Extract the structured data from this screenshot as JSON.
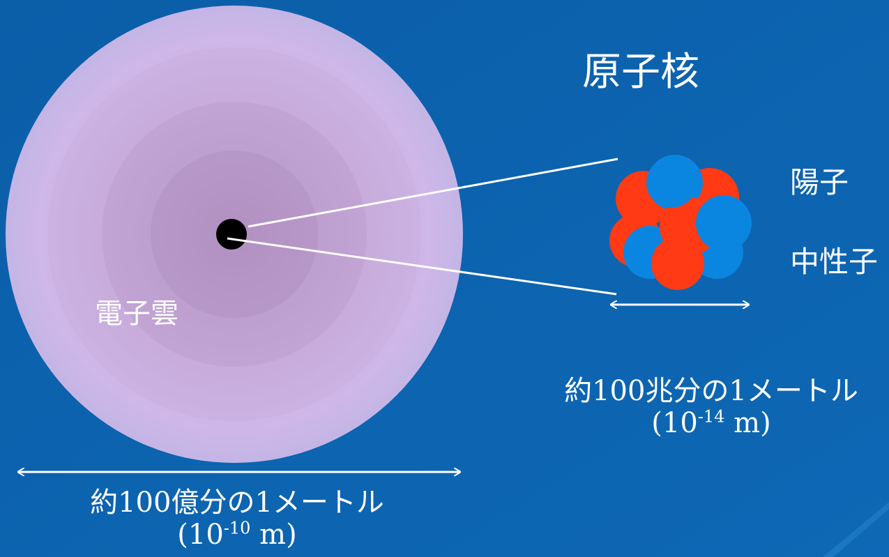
{
  "nucleus": {
    "title": "原子核",
    "proton_label": "陽子",
    "neutron_label": "中性子",
    "scale_text": "約100兆分の1メートル",
    "scale_base_prefix": "(10",
    "scale_exponent": "-14",
    "scale_unit_suffix": " m)"
  },
  "atom": {
    "electron_cloud_label": "電子雲",
    "scale_text": "約100億分の1メートル",
    "scale_base_prefix": "(10",
    "scale_exponent": "-10",
    "scale_unit_suffix": " m)"
  },
  "colors": {
    "background": "#0d62ac",
    "electron_cloud_outer": "#c5b3e6",
    "electron_cloud_inner": "#ad8fbf",
    "proton": "#ff3a14",
    "neutron": "#0a86e0",
    "nucleus_dot": "#000000",
    "lines": "#ffffff"
  }
}
